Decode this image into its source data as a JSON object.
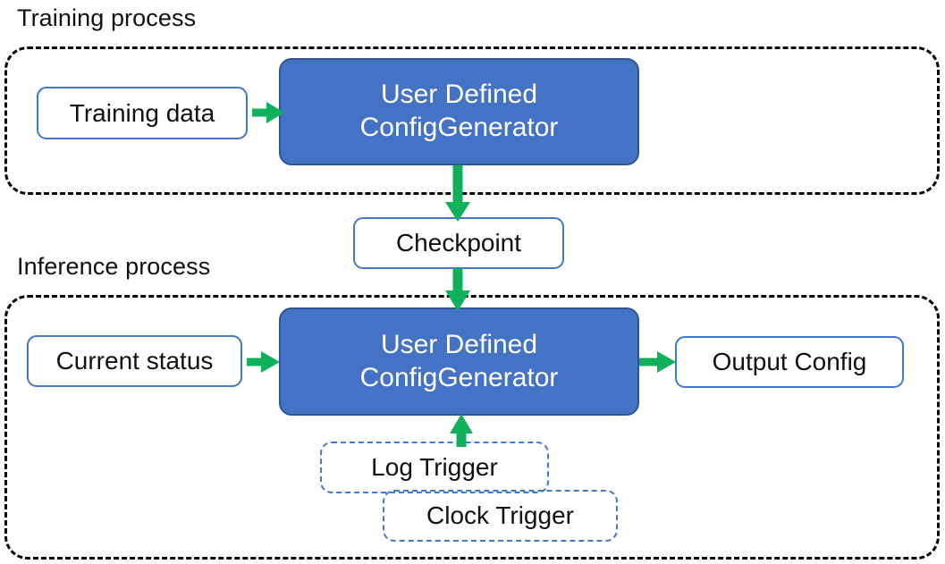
{
  "diagram": {
    "title_training": "Training process",
    "title_inference": "Inference process",
    "colors": {
      "node_fill": "#4472C4",
      "node_stroke": "#2E5597",
      "box_stroke": "#4178C8",
      "arrow": "#11B05A",
      "container_stroke": "#000000",
      "text_dark": "#111111",
      "text_light": "#FFFFFF"
    },
    "training": {
      "input_label": "Training data",
      "node_line1": "User Defined",
      "node_line2": "ConfigGenerator"
    },
    "checkpoint_label": "Checkpoint",
    "inference": {
      "input_label": "Current status",
      "node_line1": "User Defined",
      "node_line2": "ConfigGenerator",
      "output_label": "Output Config",
      "trigger_log": "Log Trigger",
      "trigger_clock": "Clock Trigger"
    },
    "arrows": [
      {
        "name": "training-data-to-generator",
        "from": "Training data",
        "to": "User Defined ConfigGenerator",
        "direction": "right"
      },
      {
        "name": "generator-to-checkpoint",
        "from": "User Defined ConfigGenerator",
        "to": "Checkpoint",
        "direction": "down"
      },
      {
        "name": "checkpoint-to-infer-generator",
        "from": "Checkpoint",
        "to": "User Defined ConfigGenerator",
        "direction": "down"
      },
      {
        "name": "current-status-to-generator",
        "from": "Current status",
        "to": "User Defined ConfigGenerator",
        "direction": "right"
      },
      {
        "name": "generator-to-output-config",
        "from": "User Defined ConfigGenerator",
        "to": "Output Config",
        "direction": "right"
      },
      {
        "name": "triggers-to-generator",
        "from": "Log Trigger / Clock Trigger",
        "to": "User Defined ConfigGenerator",
        "direction": "up"
      }
    ]
  }
}
